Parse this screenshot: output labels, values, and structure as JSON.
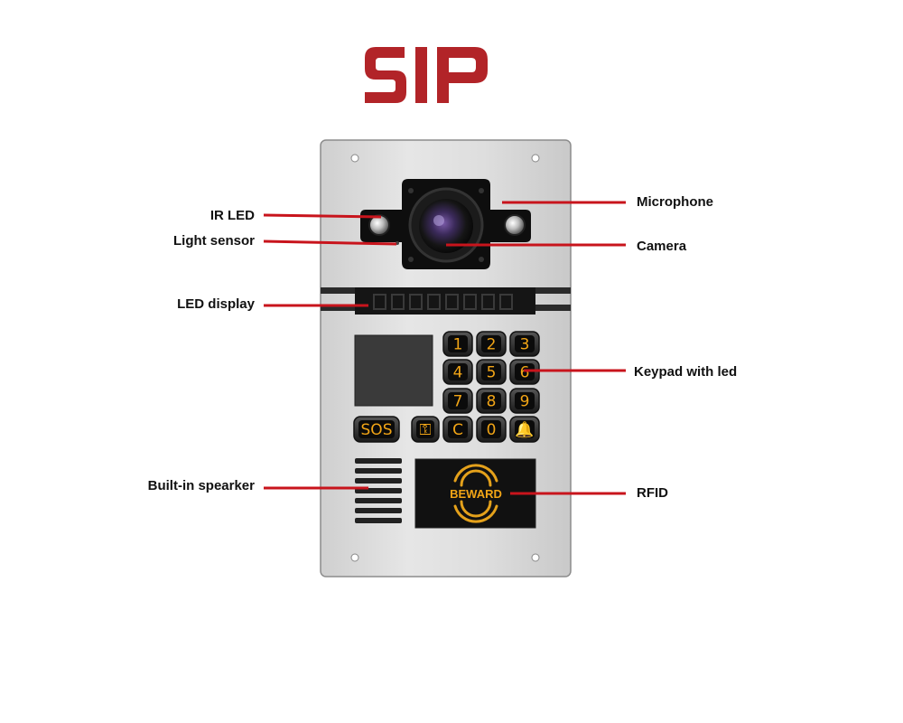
{
  "logo": {
    "text": "SIP",
    "color": "#b22428"
  },
  "device": {
    "panel_color": "#d9d9d9",
    "accent_color": "#c8141c",
    "keypad": {
      "rows": [
        [
          "1",
          "2",
          "3"
        ],
        [
          "4",
          "5",
          "6"
        ],
        [
          "7",
          "8",
          "9"
        ]
      ],
      "bottom_row": [
        "SOS",
        "⚿",
        "C",
        "0",
        "🔔"
      ],
      "glyph_color": "#f2a516"
    },
    "rfid": {
      "brand": "BEWARD"
    }
  },
  "labels": {
    "ir_led": "IR LED",
    "light_sensor": "Light sensor",
    "led_display": "LED display",
    "built_in_speaker": "Built-in spearker",
    "microphone": "Microphone",
    "camera": "Camera",
    "keypad": "Keypad with led",
    "rfid": "RFID"
  }
}
